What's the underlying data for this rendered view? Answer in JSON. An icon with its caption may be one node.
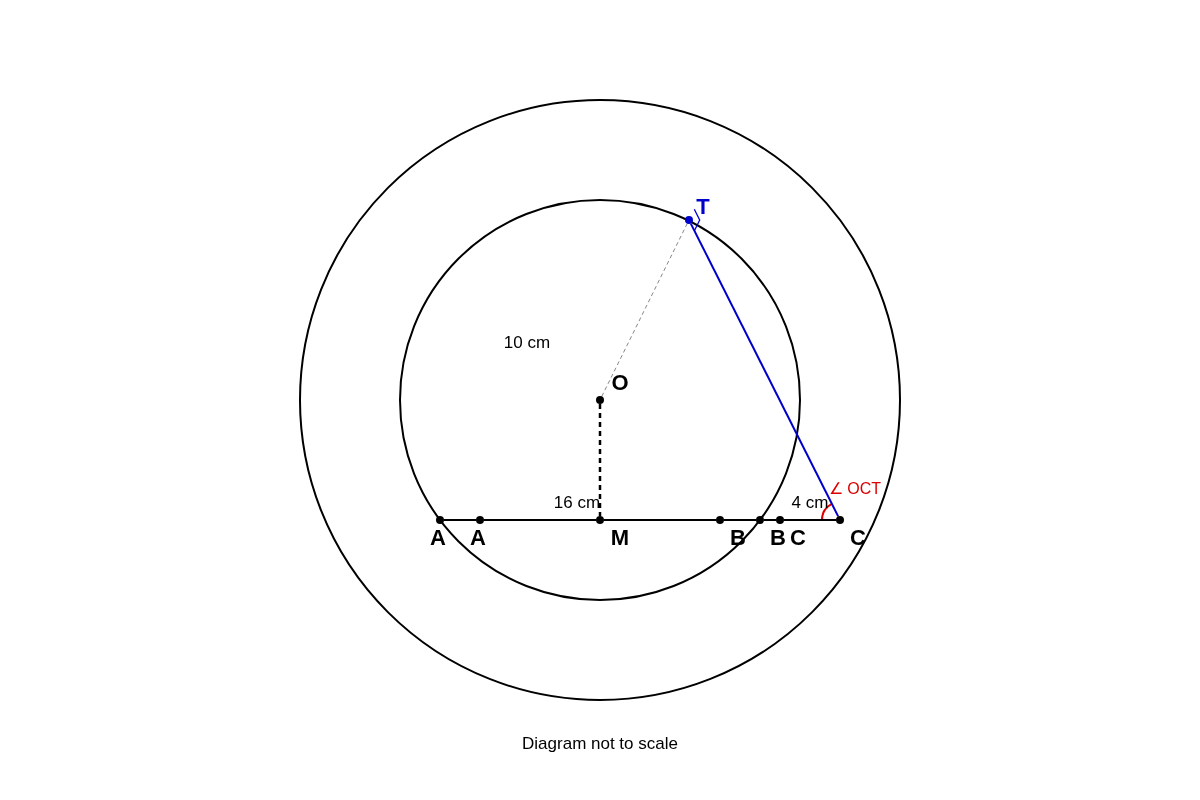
{
  "diagram": {
    "caption": "Diagram not to scale",
    "nodes": [
      {
        "text": [
          "O"
        ]
      },
      {
        "text": [
          "T"
        ]
      },
      {
        "text": [
          "A"
        ]
      },
      {
        "text": [
          "A"
        ]
      },
      {
        "text": [
          "M"
        ]
      },
      {
        "text": [
          "B"
        ]
      },
      {
        "text": [
          "B"
        ]
      },
      {
        "text": [
          "C"
        ]
      },
      {
        "text": [
          "C"
        ]
      }
    ],
    "edges": [
      {
        "from": 0,
        "to": 1,
        "arrow": "none",
        "style": "dashed",
        "color": "#888888"
      },
      {
        "from": 0,
        "to": 4,
        "arrow": "none",
        "style": "dashed"
      },
      {
        "from": 1,
        "to": 8,
        "arrow": "none",
        "color": "#0000cc"
      },
      {
        "from": 2,
        "to": 3,
        "arrow": "none"
      },
      {
        "from": 3,
        "to": 4,
        "arrow": "none"
      },
      {
        "from": 4,
        "to": 5,
        "arrow": "none"
      },
      {
        "from": 5,
        "to": 6,
        "arrow": "none"
      },
      {
        "from": 6,
        "to": 7,
        "arrow": "none"
      },
      {
        "from": 7,
        "to": 8,
        "arrow": "none"
      }
    ],
    "labels": [
      "10 cm",
      "16 cm",
      "4 cm",
      "∠ OCT"
    ]
  }
}
